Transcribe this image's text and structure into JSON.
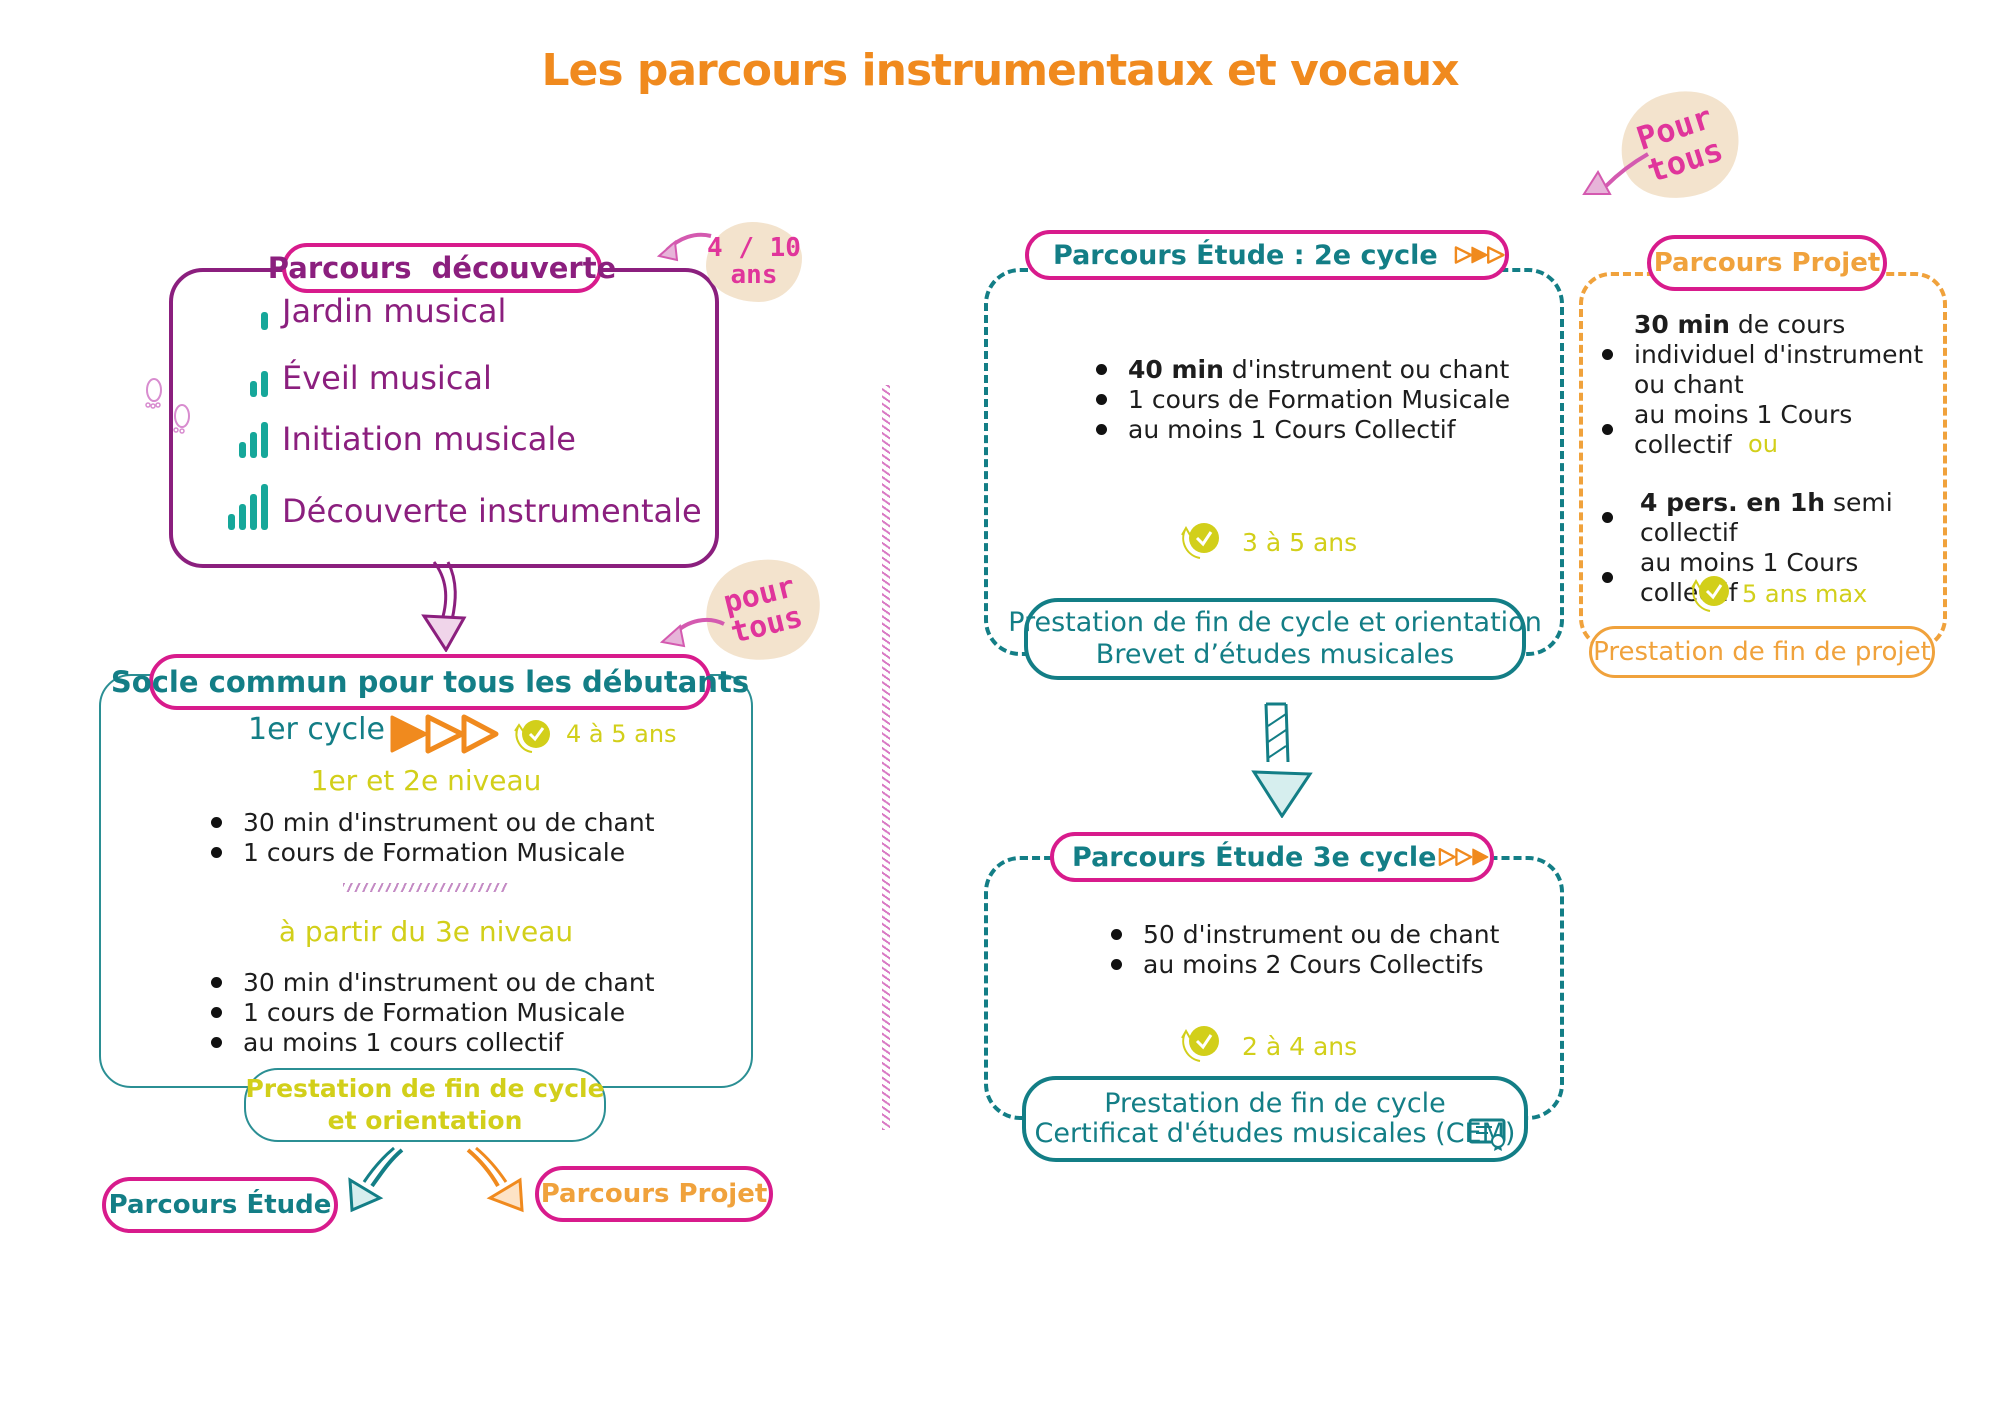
{
  "title": "Les parcours instrumentaux et vocaux",
  "colors": {
    "orange": "#f08a1e",
    "pink": "#d81b8c",
    "purple": "#8b1f7e",
    "teal": "#137e86",
    "yellow": "#d2cf1a",
    "light_orange": "#f0a23c"
  },
  "decouverte": {
    "title": "Parcours  découverte",
    "age_bubble": [
      "4 / 10",
      "ans"
    ],
    "items": [
      "Jardin musical",
      "Éveil musical",
      "Initiation musicale",
      "Découverte instrumentale"
    ]
  },
  "socle": {
    "title": "Socle commun pour tous les débutants",
    "pour_tous": [
      "pour",
      "tous"
    ],
    "cycle_label": "1er cycle",
    "duration": "4 à 5 ans",
    "level1_title": "1er et 2e niveau",
    "level1_items": [
      "30 min d'instrument ou de chant",
      "1 cours de Formation Musicale"
    ],
    "level3_title": "à partir du 3e niveau",
    "level3_items": [
      "30 min d'instrument ou de chant",
      "1 cours de Formation Musicale",
      "au moins 1 cours collectif"
    ],
    "prestation": [
      "Prestation de fin de cycle",
      "et orientation"
    ]
  },
  "outcomes": {
    "etude": "Parcours Étude",
    "projet": "Parcours Projet"
  },
  "pour_tous_top": [
    "Pour",
    "tous"
  ],
  "etude2": {
    "title": "Parcours Étude : 2e cycle",
    "items_bold": [
      "40 min",
      "",
      ""
    ],
    "items": [
      " d'instrument ou chant",
      "1 cours de Formation Musicale",
      "au moins 1 Cours Collectif"
    ],
    "duration": "3 à 5 ans",
    "prestation": [
      "Prestation de fin de cycle et orientation",
      "Brevet d’études musicales"
    ]
  },
  "projet": {
    "title": "Parcours Projet",
    "group1_bold": [
      "30 min",
      ""
    ],
    "group1": [
      " de cours individuel d'instrument ou chant",
      "au moins 1 Cours collectif"
    ],
    "or": "ou",
    "group2_bold": [
      "4 pers. en 1h",
      ""
    ],
    "group2": [
      " semi collectif",
      "au moins 1 Cours collectif"
    ],
    "duration": "5 ans max",
    "prestation": "Prestation de fin de projet"
  },
  "etude3": {
    "title": "Parcours Étude 3e cycle",
    "items": [
      "50 d'instrument ou de chant",
      "au moins 2 Cours Collectifs"
    ],
    "duration": "2 à 4 ans",
    "prestation": [
      "Prestation de fin de cycle",
      "Certificat d'études musicales (CEM)"
    ]
  },
  "icons": [
    "play-triangles-icon",
    "clock-icon",
    "signal-bars-icon",
    "footprints-icon",
    "certificate-icon",
    "arrow-icon"
  ]
}
